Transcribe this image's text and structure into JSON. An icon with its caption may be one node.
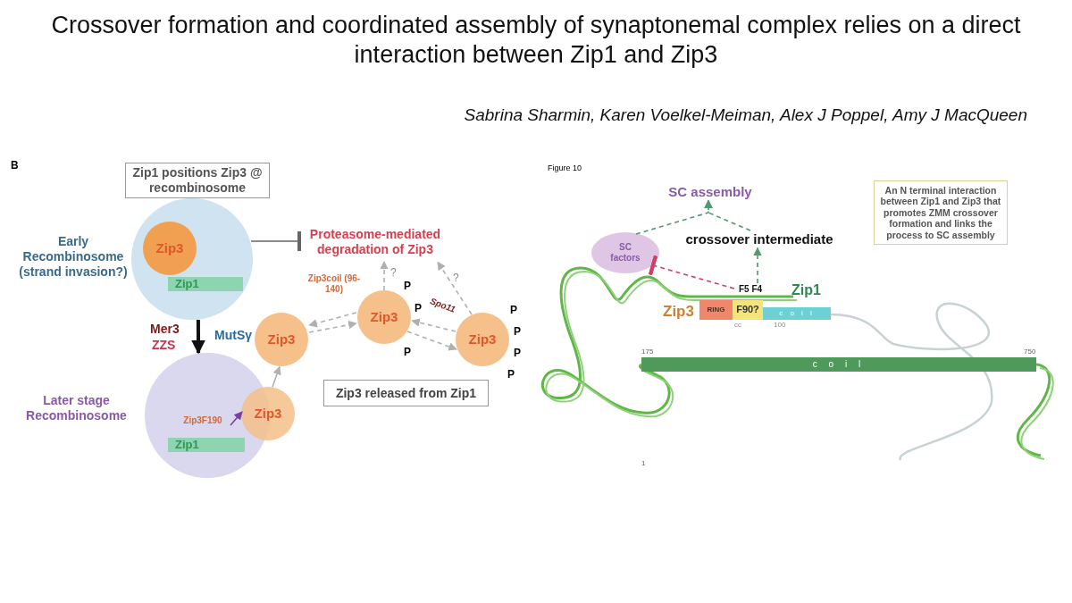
{
  "diagram": {
    "title": "Crossover formation and coordinated assembly of synaptonemal complex relies on a direct interaction between Zip1 and Zip3",
    "nodes": [
      {
        "text": [
          "Zip1 positions Zip3 @ recombinosome"
        ]
      },
      {
        "text": [
          "Early Recombinosome (strand invasion?)"
        ]
      },
      {
        "text": [
          "Zip3"
        ],
        "in": 1
      },
      {
        "text": [
          "Zip1"
        ],
        "in": 1
      },
      {
        "text": [
          "Later stage Recombinosome"
        ]
      },
      {
        "text": [
          "Zip1"
        ],
        "in": 4
      },
      {
        "text": [
          "Zip3"
        ]
      },
      {
        "text": [
          "Zip3F190"
        ],
        "in": 4
      },
      {
        "text": [
          "Zip3"
        ]
      },
      {
        "text": [
          "Zip3"
        ],
        "beside": [
          "P",
          "P",
          "P"
        ]
      },
      {
        "text": [
          "Zip3"
        ],
        "beside": [
          "P",
          "P",
          "P",
          "P"
        ]
      },
      {
        "text": [
          "Proteasome-mediated degradation of Zip3"
        ]
      },
      {
        "text": [
          "Zip3 released from Zip1"
        ]
      },
      {
        "text": [
          "SC assembly"
        ]
      },
      {
        "text": [
          "SC factors"
        ]
      },
      {
        "text": [
          "crossover intermediate"
        ]
      },
      {
        "text": [
          "An N terminal interaction between Zip1 and Zip3 that promotes ZMM crossover formation and links the process to SC assembly"
        ]
      },
      {
        "text": [
          "F5 F4"
        ]
      },
      {
        "text": [
          "RING"
        ]
      },
      {
        "text": [
          "F90?"
        ],
        "beside": [
          "cc"
        ]
      },
      {
        "text": [
          "c o i l"
        ],
        "beside": [
          "100"
        ]
      },
      {
        "text": [
          "c o i l"
        ],
        "beside": [
          "175",
          "750"
        ]
      }
    ],
    "edges": [
      {
        "from": 1,
        "to": 11,
        "arrow": "other",
        "color": "#666666"
      },
      {
        "from": 1,
        "to": 4,
        "arrow": "to",
        "style": "thick",
        "color": "#111111"
      },
      {
        "from": 6,
        "to": 8,
        "arrow": "to"
      },
      {
        "from": 8,
        "to": 9,
        "arrow": "to",
        "style": "dashed"
      },
      {
        "from": 9,
        "to": 8,
        "arrow": "to",
        "style": "dashed"
      },
      {
        "from": 9,
        "to": 10,
        "arrow": "to",
        "style": "dashed"
      },
      {
        "from": 10,
        "to": 9,
        "arrow": "to",
        "style": "dashed"
      },
      {
        "from": 9,
        "to": 11,
        "arrow": "to",
        "style": "dashed",
        "label": "?"
      },
      {
        "from": 10,
        "to": 11,
        "arrow": "to",
        "style": "dashed",
        "label": "?"
      },
      {
        "from": 7,
        "to": 6,
        "arrow": "to",
        "color": "#7a3fa0"
      },
      {
        "from": 14,
        "to": 13,
        "arrow": "to",
        "style": "dashed",
        "color": "#4f9a70"
      },
      {
        "from": 15,
        "to": 13,
        "arrow": "to",
        "style": "dashed",
        "color": "#4f9a70"
      },
      {
        "from": 17,
        "to": 15,
        "arrow": "to",
        "style": "dashed",
        "color": "#4f9a70"
      },
      {
        "from": 17,
        "to": 14,
        "arrow": "other",
        "style": "dashed",
        "color": "#d04060"
      }
    ],
    "labels": [
      "Sabrina Sharmin, Karen Voelkel-Meiman, Alex J Poppel, Amy J MacQueen",
      "B",
      "Mer3",
      "MutSγ",
      "ZZS",
      "Zip3coil (96-140)",
      "Spo11",
      "Figure 10",
      "Zip1",
      "Zip3",
      "1"
    ]
  }
}
